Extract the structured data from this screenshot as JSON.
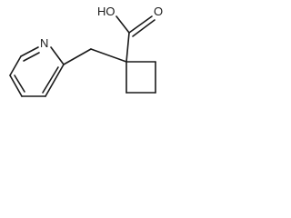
{
  "molecule": {
    "atom_labels": {
      "ring_nitrogen": "N",
      "carboxyl_oxygen": "HO",
      "carbonyl_oxygen": "O"
    }
  }
}
